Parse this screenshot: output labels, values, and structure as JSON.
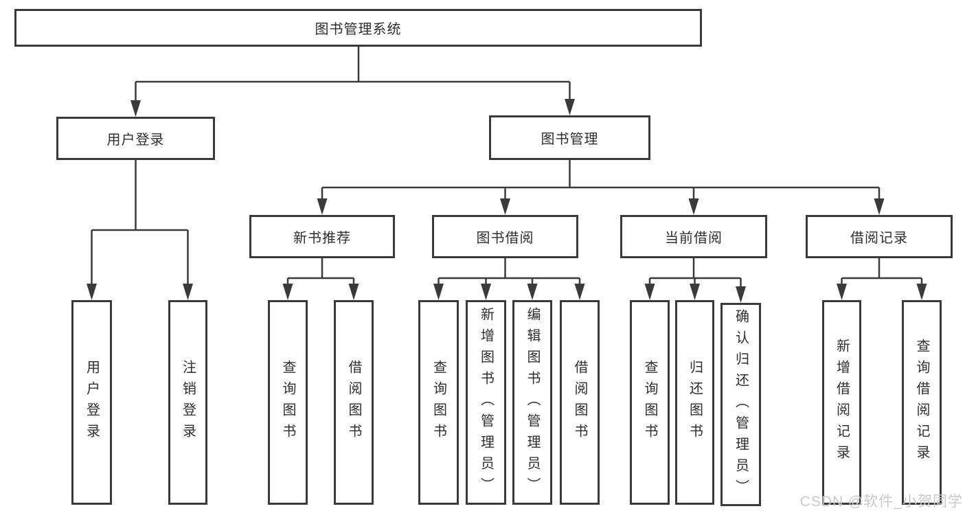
{
  "diagram": {
    "root": "图书管理系统",
    "user_login": {
      "label": "用户登录",
      "children": [
        "用户登录",
        "注销登录"
      ]
    },
    "book_mgmt": {
      "label": "图书管理",
      "groups": [
        {
          "label": "新书推荐",
          "children": [
            "查询图书",
            "借阅图书"
          ]
        },
        {
          "label": "图书借阅",
          "children": [
            "查询图书",
            "新增图书（管理员）",
            "编辑图书（管理员）",
            "借阅图书"
          ]
        },
        {
          "label": "当前借阅",
          "children": [
            "查询图书",
            "归还图书",
            "确认归还（管理员）"
          ]
        },
        {
          "label": "借阅记录",
          "children": [
            "新增借阅记录",
            "查询借阅记录"
          ]
        }
      ]
    }
  },
  "watermark": "CSDN @软件_小贺同学",
  "colors": {
    "line": "#3a3a3a",
    "text": "#2e2e2e",
    "watermark": "#c8c8c8",
    "background": "#ffffff"
  }
}
